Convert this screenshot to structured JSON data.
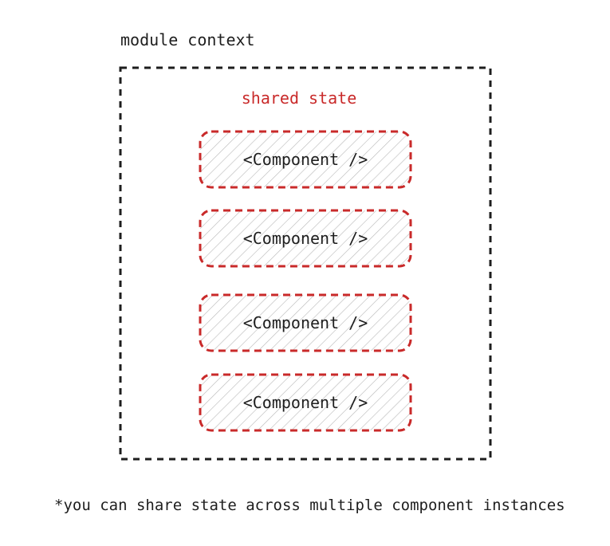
{
  "diagram": {
    "module_label": "module context",
    "shared_state_label": "shared state",
    "components": [
      {
        "label": "<Component />"
      },
      {
        "label": "<Component />"
      },
      {
        "label": "<Component />"
      },
      {
        "label": "<Component />"
      }
    ],
    "footnote": "*you can share state across multiple component instances"
  },
  "colors": {
    "ink": "#1e1e1e",
    "accent_red": "#c92a2a",
    "hatch": "#b8b8b8",
    "background": "#ffffff"
  }
}
